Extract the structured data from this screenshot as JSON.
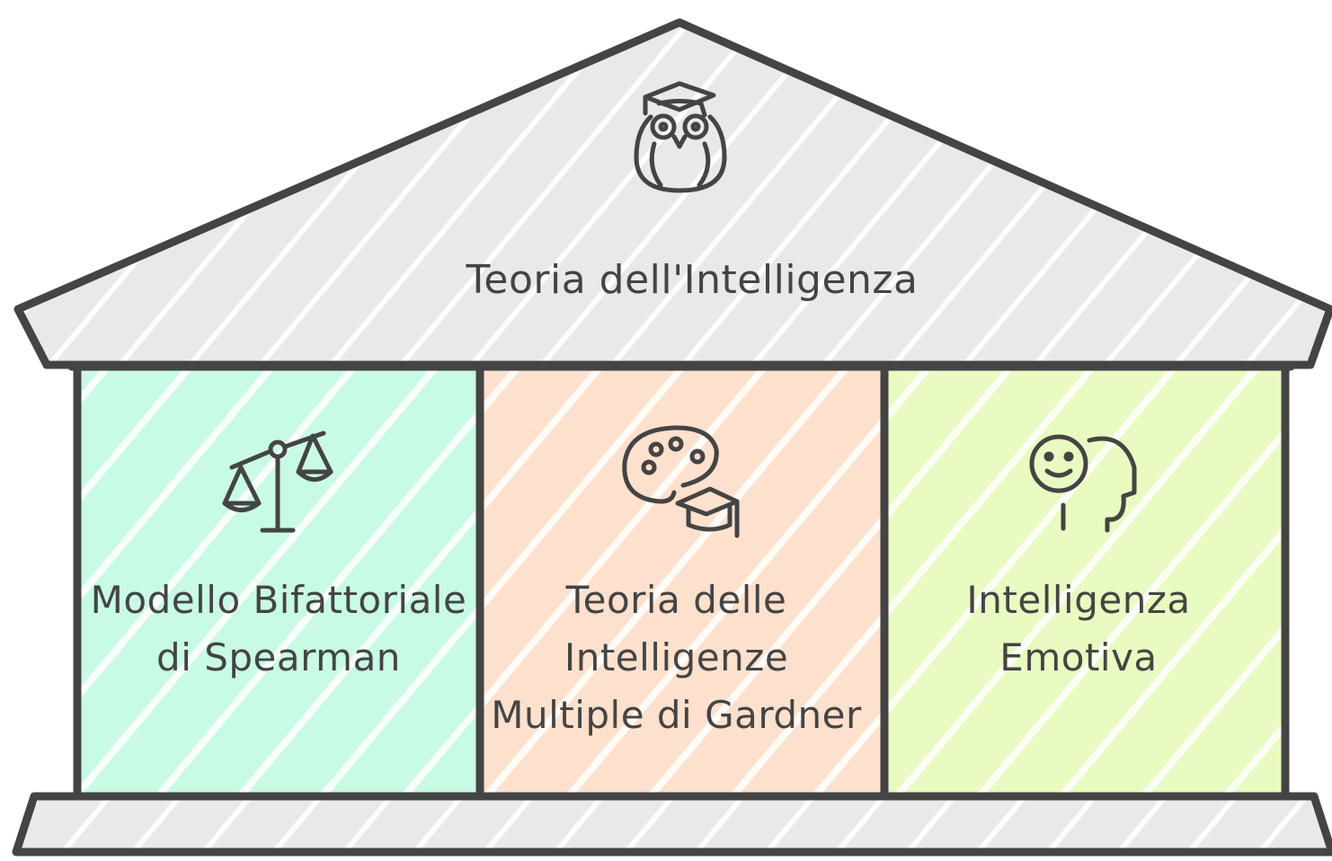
{
  "roof": {
    "title": "Teoria dell'Intelligenza",
    "icon": "owl-graduate-icon"
  },
  "pillars": [
    {
      "label": "Modello Bifattoriale di Spearman",
      "icon": "scale-balance-icon",
      "color": "#c8fbe4"
    },
    {
      "label": "Teoria delle Intelligenze Multiple di Gardner",
      "icon": "palette-graduation-icon",
      "color": "#fde1cc"
    },
    {
      "label": "Intelligenza Emotiva",
      "icon": "smiley-head-icon",
      "color": "#e8fbc0"
    }
  ],
  "colors": {
    "outline": "#444444",
    "roof_fill": "#e9e9e9",
    "base_fill": "#e9e9e9"
  }
}
